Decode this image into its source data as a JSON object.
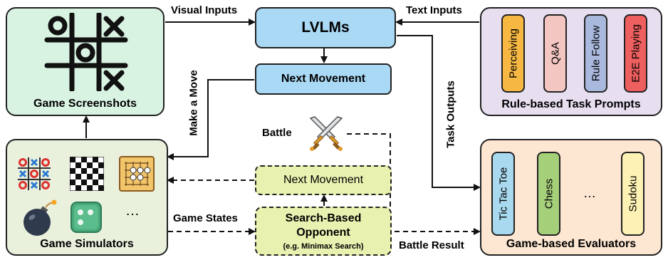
{
  "colors": {
    "screenshots_bg": "#d9f3e3",
    "simulators_bg": "#e9f1dd",
    "lvlm_bg": "#a9d9f4",
    "prompts_bg": "#e7dff0",
    "evaluators_bg": "#fde6d2",
    "search_bg": "#e9f1b0",
    "perceiving": "#f6b843",
    "qa": "#f4c6c1",
    "rule_follow": "#a9b9dd",
    "e2e": "#ee5f5f",
    "tictactoe": "#a9d9ee",
    "chess": "#a6cf7a",
    "sudoku": "#fdf2b4"
  },
  "nodes": {
    "game_screenshots": "Game Screenshots",
    "game_simulators": "Game Simulators",
    "lvlms": "LVLMs",
    "next_movement_top": "Next Movement",
    "next_movement_bottom": "Next Movement",
    "search_opponent_line1": "Search-Based",
    "search_opponent_line2": "Opponent",
    "search_opponent_note": "(e.g. Minimax Search)",
    "rule_prompts_title": "Rule-based Task Prompts",
    "game_evaluators_title": "Game-based Evaluators"
  },
  "prompt_types": [
    "Perceiving",
    "Q&A",
    "Rule Follow",
    "E2E Playing"
  ],
  "evaluator_games": [
    "Tic Tac Toe",
    "Chess",
    "…",
    "Sudoku"
  ],
  "simulator_ellipsis": "…",
  "edge_labels": {
    "visual_inputs": "Visual Inputs",
    "text_inputs": "Text Inputs",
    "make_a_move": "Make a Move",
    "task_outputs": "Task Outputs",
    "battle": "Battle",
    "game_states": "Game States",
    "battle_result": "Battle Result"
  },
  "icons": [
    "tic-tac-toe-icon",
    "chessboard-icon",
    "go-board-icon",
    "bomb-icon",
    "dice-icon",
    "crossed-swords-icon"
  ]
}
